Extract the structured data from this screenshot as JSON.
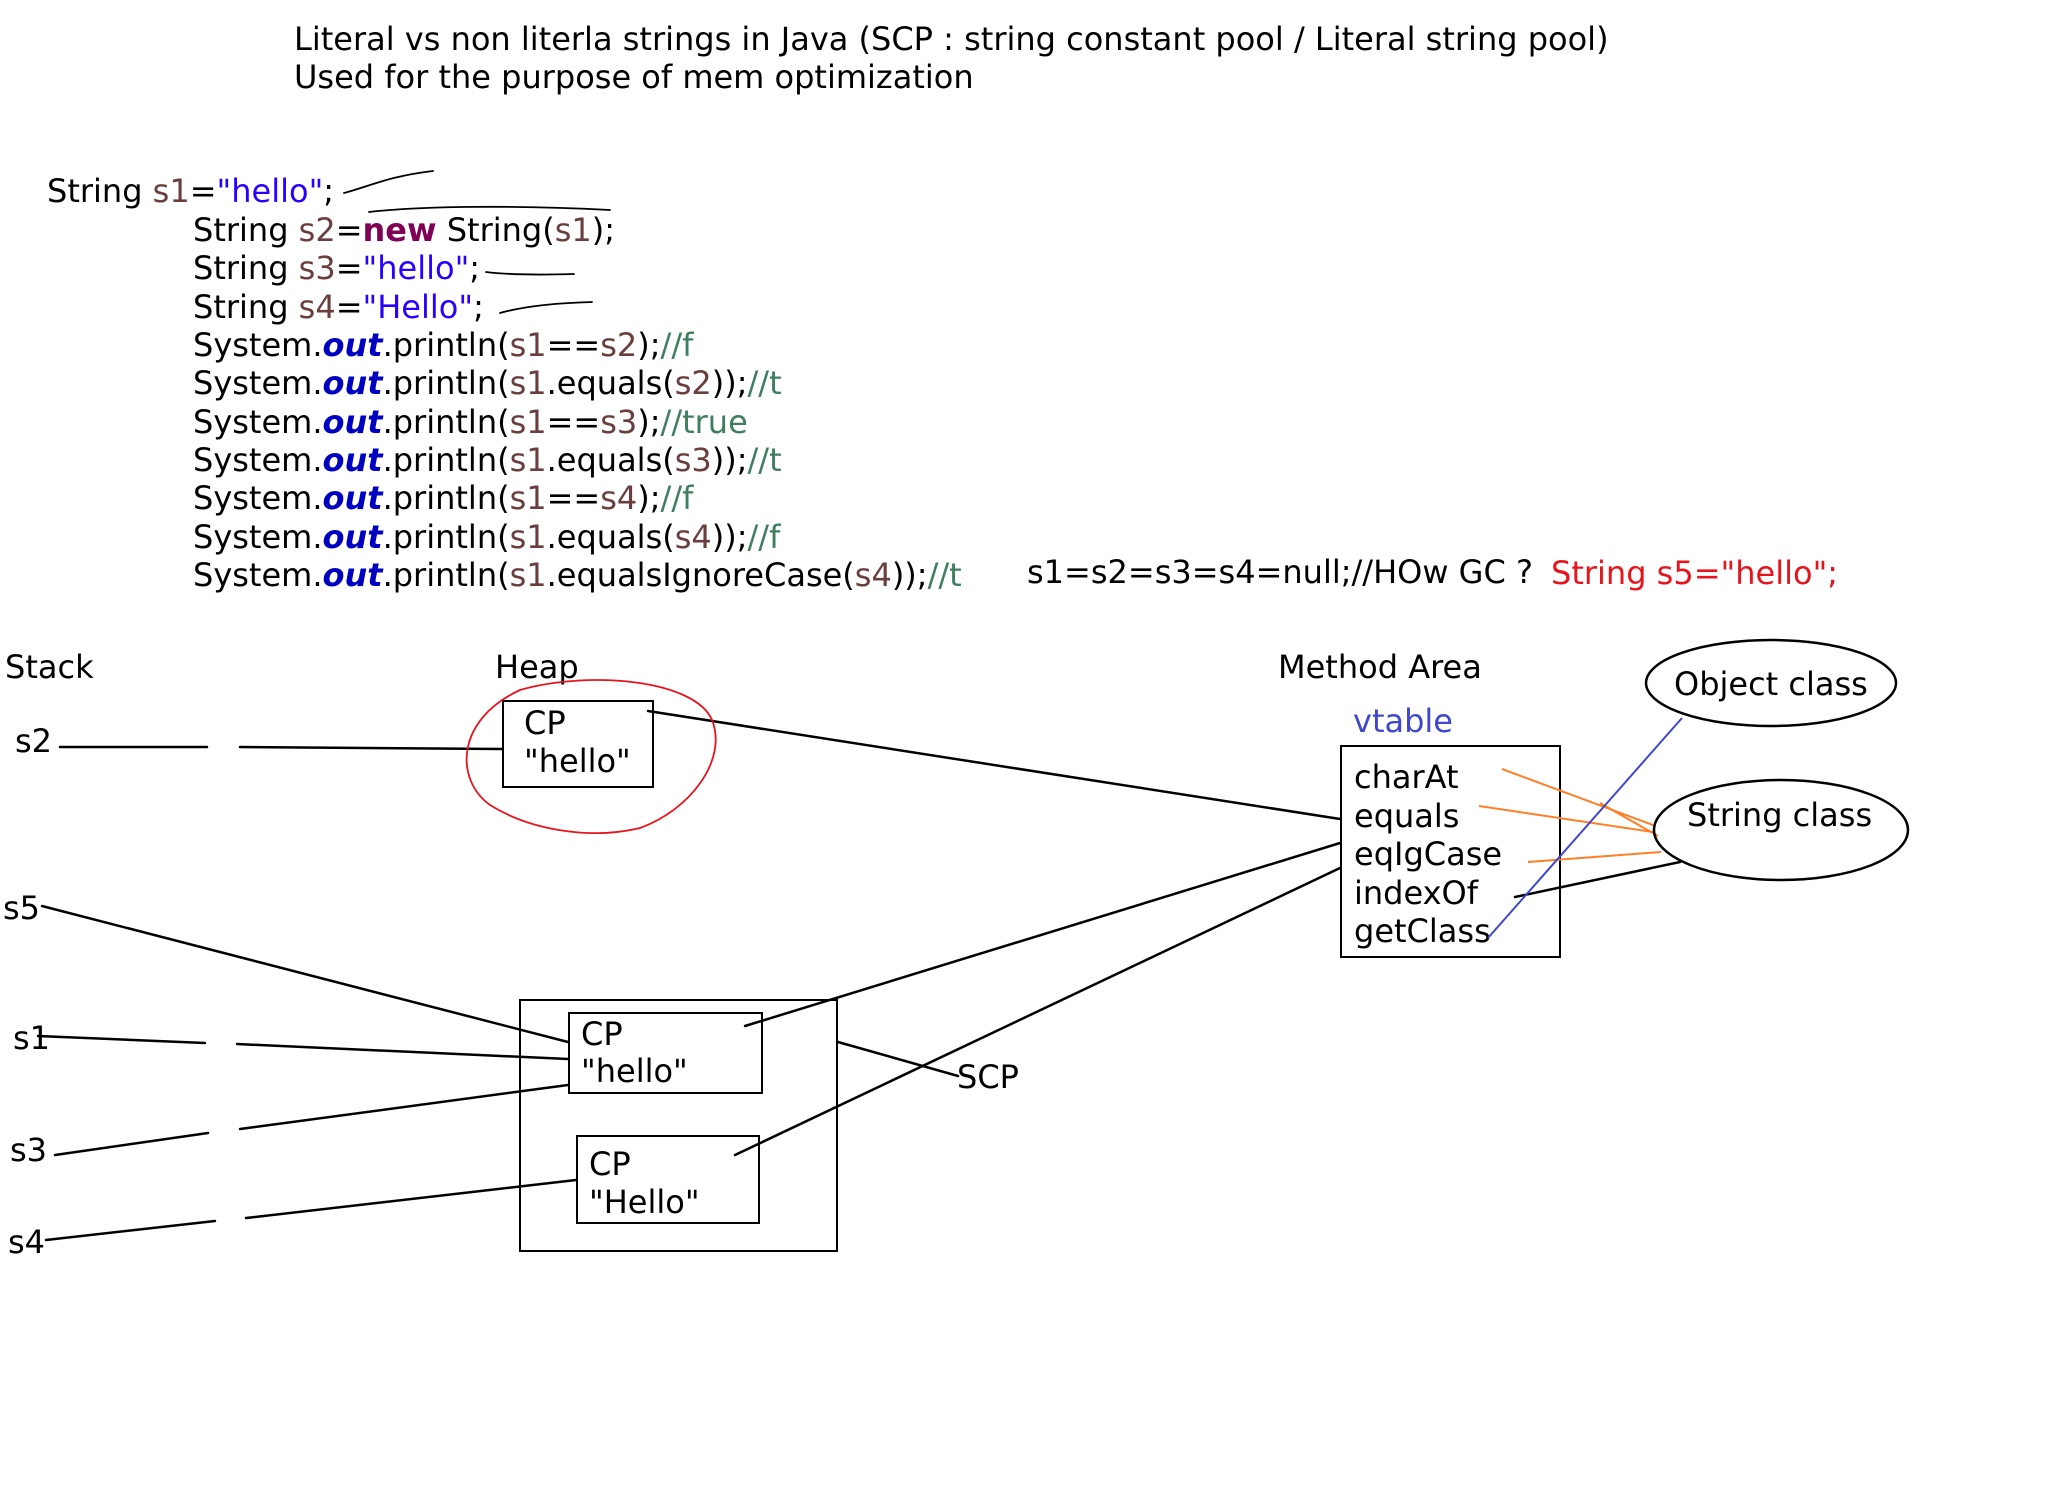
{
  "header": {
    "title_line1": "Literal vs non literla strings in Java (SCP : string constant pool / Literal string pool)",
    "title_line2": "Used for the purpose of mem optimization"
  },
  "code": {
    "line1": {
      "kw": "String ",
      "var": "s1",
      "eq": "=",
      "str": "\"hello\"",
      "end": ";"
    },
    "line2": {
      "kw": "String ",
      "var": "s2",
      "eq": "=",
      "new": "new",
      "rest1": " String(",
      "arg": "s1",
      "rest2": ");"
    },
    "line3": {
      "kw": "String ",
      "var": "s3",
      "eq": "=",
      "str": "\"hello\"",
      "end": ";"
    },
    "line4": {
      "kw": "String ",
      "var": "s4",
      "eq": "=",
      "str": "\"Hello\"",
      "end": ";"
    },
    "println": [
      {
        "pre": "System.",
        "out": "out",
        "mid": ".println(",
        "a": "s1",
        "op": "==",
        "b": "s2",
        "post": ");",
        "cmt": "//f"
      },
      {
        "pre": "System.",
        "out": "out",
        "mid": ".println(",
        "a": "s1",
        "op": ".equals(",
        "b": "s2",
        "post": "));",
        "cmt": "//t"
      },
      {
        "pre": "System.",
        "out": "out",
        "mid": ".println(",
        "a": "s1",
        "op": "==",
        "b": "s3",
        "post": ");",
        "cmt": "//true"
      },
      {
        "pre": "System.",
        "out": "out",
        "mid": ".println(",
        "a": "s1",
        "op": ".equals(",
        "b": "s3",
        "post": "));",
        "cmt": "//t"
      },
      {
        "pre": "System.",
        "out": "out",
        "mid": ".println(",
        "a": "s1",
        "op": "==",
        "b": "s4",
        "post": ");",
        "cmt": "//f"
      },
      {
        "pre": "System.",
        "out": "out",
        "mid": ".println(",
        "a": "s1",
        "op": ".equals(",
        "b": "s4",
        "post": "));",
        "cmt": "//f"
      },
      {
        "pre": "System.",
        "out": "out",
        "mid": ".println(",
        "a": "s1",
        "op": ".equalsIgnoreCase(",
        "b": "s4",
        "post": "));",
        "cmt": "//t"
      }
    ],
    "gc_note": "s1=s2=s3=s4=null;//HOw GC ?",
    "s5_note": "String s5=\"hello\";"
  },
  "diagram": {
    "stack_label": "Stack",
    "heap_label": "Heap",
    "method_area_label": "Method Area",
    "vtable_label": "vtable",
    "scp_label": "SCP",
    "stack_vars": [
      "s2",
      "s5",
      "s1",
      "s3",
      "s4"
    ],
    "heap_obj": {
      "line1": "CP",
      "line2": "\"hello\""
    },
    "scp_obj_hello": {
      "line1": "CP",
      "line2": "\"hello\""
    },
    "scp_obj_Hello": {
      "line1": "CP",
      "line2": "\"Hello\""
    },
    "vtable_methods": [
      "charAt",
      "equals",
      "eqIgCase",
      "indexOf",
      "getClass"
    ],
    "object_class": "Object class",
    "string_class": "String class"
  },
  "colors": {
    "variable": "#6a3e3e",
    "string_literal": "#2a00ff",
    "keyword": "#7f0055",
    "static_field": "#0000c0",
    "comment": "#3f7f5f",
    "highlight_red": "#e8141d",
    "vtable_label": "#3f48cc",
    "orange_link": "#ff7f27",
    "blue_link": "#3f48cc"
  }
}
